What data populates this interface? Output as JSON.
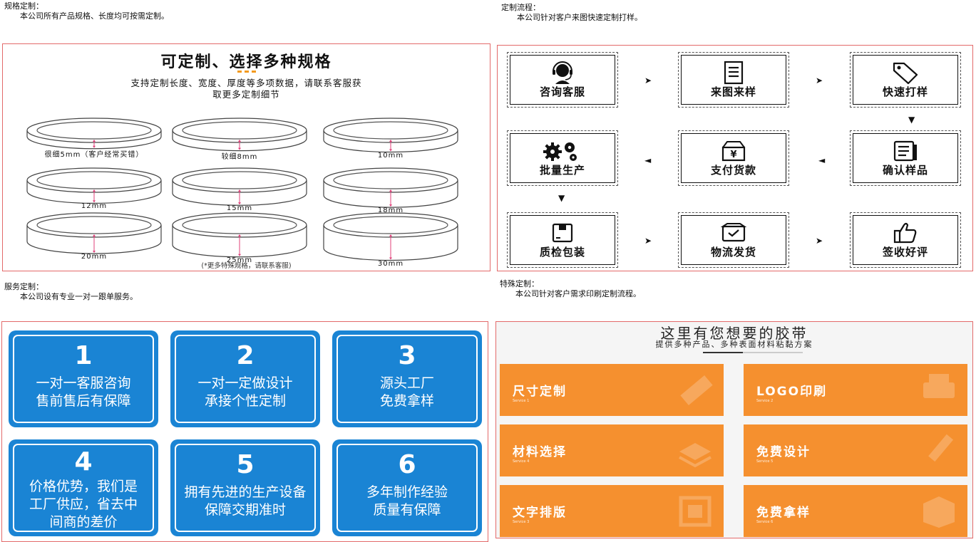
{
  "captions": {
    "specs": {
      "head": "规格定制：",
      "body": "本公司所有产品规格、长度均可按需定制。"
    },
    "flow": {
      "head": "定制流程：",
      "body": "本公司针对客户来图快速定制打样。"
    },
    "service": {
      "head": "服务定制：",
      "body": "本公司设有专业一对一跟单服务。"
    },
    "special": {
      "head": "特殊定制：",
      "body": "本公司针对客户需求印刷定制流程。"
    }
  },
  "specs": {
    "title": "可定制、选择多种规格",
    "subtitle_line1": "支持定制长度、宽度、厚度等多项数据，请联系客服获",
    "subtitle_line2": "取更多定制细节",
    "sizes": [
      {
        "label": "很细5mm（客户经常买错）",
        "mm": 5
      },
      {
        "label": "较细8mm",
        "mm": 8
      },
      {
        "label": "10mm",
        "mm": 10
      },
      {
        "label": "12mm",
        "mm": 12
      },
      {
        "label": "15mm",
        "mm": 15
      },
      {
        "label": "18mm",
        "mm": 18
      },
      {
        "label": "20mm",
        "mm": 20
      },
      {
        "label": "25mm",
        "mm": 25
      },
      {
        "label": "30mm",
        "mm": 30
      }
    ],
    "note": "(*更多特殊规格，请联系客服)"
  },
  "flow": {
    "steps": [
      {
        "label": "咨询客服",
        "icon": "headset-agent-icon"
      },
      {
        "label": "来图来样",
        "icon": "document-icon"
      },
      {
        "label": "快速打样",
        "icon": "price-tag-icon"
      },
      {
        "label": "确认样品",
        "icon": "checklist-icon"
      },
      {
        "label": "支付货款",
        "icon": "payment-yen-icon"
      },
      {
        "label": "批量生产",
        "icon": "gears-icon"
      },
      {
        "label": "质检包装",
        "icon": "package-box-icon"
      },
      {
        "label": "物流发货",
        "icon": "shipping-box-icon"
      },
      {
        "label": "签收好评",
        "icon": "thumbs-up-icon"
      }
    ],
    "arrows": {
      "right": "➤",
      "left": "◄",
      "down": "▼"
    }
  },
  "service": {
    "items": [
      {
        "num": "1",
        "line1": "一对一客服咨询",
        "line2": "售前售后有保障"
      },
      {
        "num": "2",
        "line1": "一对一定做设计",
        "line2": "承接个性定制"
      },
      {
        "num": "3",
        "line1": "源头工厂",
        "line2": "免费拿样"
      },
      {
        "num": "4",
        "line1": "价格优势，我们是",
        "line2": "工厂供应，省去中",
        "line3": "间商的差价"
      },
      {
        "num": "5",
        "line1": "拥有先进的生产设备",
        "line2": "保障交期准时"
      },
      {
        "num": "6",
        "line1": "多年制作经验",
        "line2": "质量有保障"
      }
    ]
  },
  "special": {
    "title": "这里有您想要的胶带",
    "subtitle": "提供多种产品、多种表面材料粘黏方案",
    "tiles": [
      {
        "label": "尺寸定制",
        "sub": "Service 1",
        "icon": "ruler-icon"
      },
      {
        "label": "LOGO印刷",
        "sub": "Service 2",
        "icon": "printer-icon"
      },
      {
        "label": "材料选择",
        "sub": "Service 4",
        "icon": "material-layers-icon"
      },
      {
        "label": "免费设计",
        "sub": "Service 5",
        "icon": "pen-icon"
      },
      {
        "label": "文字排版",
        "sub": "Service 3",
        "icon": "layout-icon"
      },
      {
        "label": "免费拿样",
        "sub": "Service 6",
        "icon": "sample-box-icon"
      }
    ],
    "tile_color": "#f5902f"
  },
  "colors": {
    "border": "#e36a6a",
    "service_blue": "#1a84d4",
    "accent_orange": "#f39a1e",
    "measure_pink": "#e0407a"
  }
}
